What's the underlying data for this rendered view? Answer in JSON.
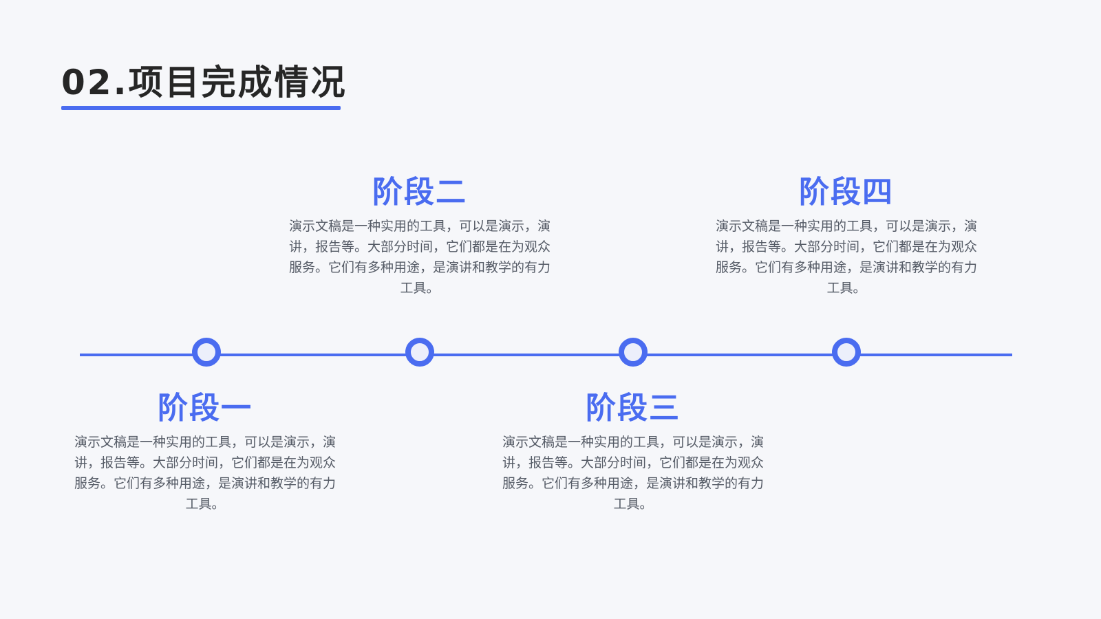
{
  "slide": {
    "title": "02.项目完成情况",
    "accent_color": "#4a6cf0",
    "text_color": "#262626",
    "body_text_color": "#555b66",
    "background_color": "#f6f7fa"
  },
  "stages": [
    {
      "heading": "阶段一",
      "description": "演示文稿是一种实用的工具，可以是演示，演讲，报告等。大部分时间，它们都是在为观众服务。它们有多种用途，是演讲和教学的有力工具。"
    },
    {
      "heading": "阶段二",
      "description": "演示文稿是一种实用的工具，可以是演示，演讲，报告等。大部分时间，它们都是在为观众服务。它们有多种用途，是演讲和教学的有力工具。"
    },
    {
      "heading": "阶段三",
      "description": "演示文稿是一种实用的工具，可以是演示，演讲，报告等。大部分时间，它们都是在为观众服务。它们有多种用途，是演讲和教学的有力工具。"
    },
    {
      "heading": "阶段四",
      "description": "演示文稿是一种实用的工具，可以是演示，演讲，报告等。大部分时间，它们都是在为观众服务。它们有多种用途，是演讲和教学的有力工具。"
    }
  ]
}
